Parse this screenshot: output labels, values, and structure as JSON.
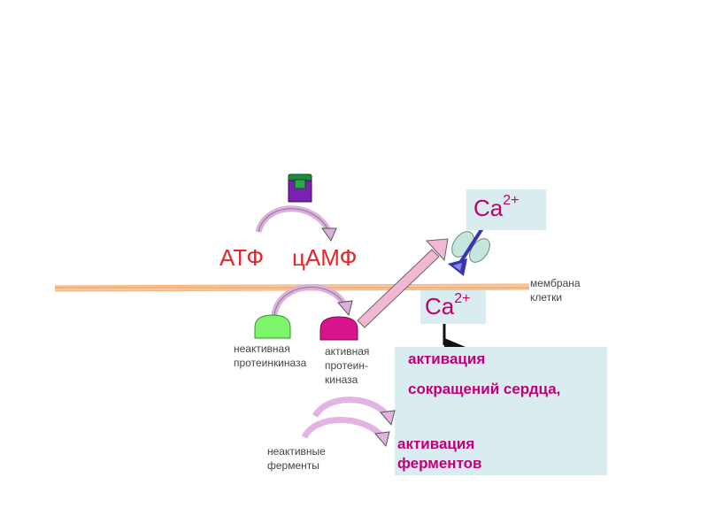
{
  "labels": {
    "atp": "АТФ",
    "camp": "цАМФ",
    "membrane_line1": "мембрана",
    "membrane_line2": "клетки",
    "inactive_pk_line1": "неактивная",
    "inactive_pk_line2": "протеинкиназа",
    "active_pk_line1": "активная",
    "active_pk_line2": "протеин-",
    "active_pk_line3": "киназа",
    "inactive_enz_line1": "неактивные",
    "inactive_enz_line2": "ферменты"
  },
  "calcium": {
    "top": {
      "symbol": "Ca",
      "charge": "2+"
    },
    "bottom": {
      "symbol": "Ca",
      "charge": "2+"
    }
  },
  "effects": {
    "heart_line1": "активация",
    "heart_line2": "сокращений сердца,",
    "enzymes_line1": "активация",
    "enzymes_line2": "ферментов"
  },
  "colors": {
    "red_text": "#e8262a",
    "magenta_text": "#c0007a",
    "inactive_kinase": "#7cf56a",
    "active_kinase": "#d8148c",
    "membrane": "#f2a15e",
    "receptor_green": "#1e8a3e",
    "receptor_purple": "#7a22b0",
    "box_fill": "#d9ecef"
  }
}
